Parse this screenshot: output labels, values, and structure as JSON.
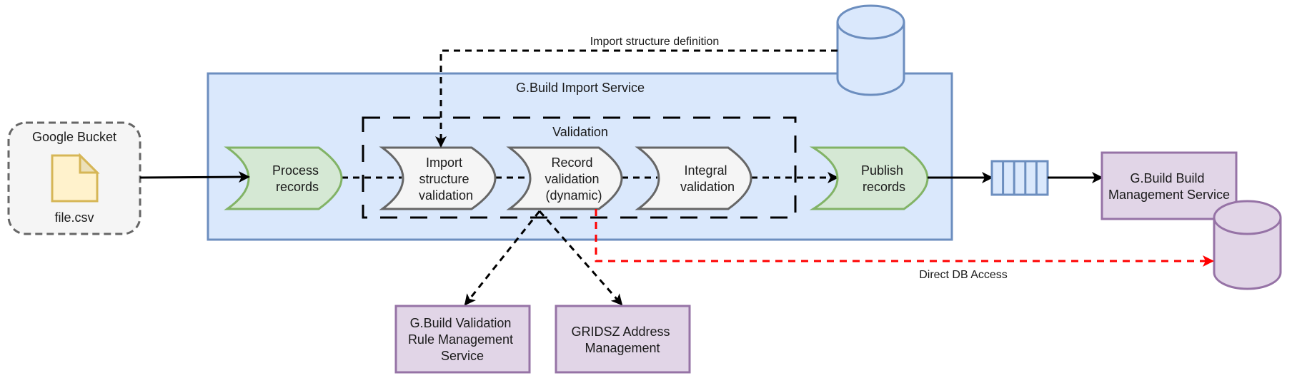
{
  "diagram": {
    "source": {
      "container_label": "Google Bucket",
      "file_label": "file.csv",
      "file_icon": "file-icon"
    },
    "import_service": {
      "label": "G.Build Import Service",
      "steps": {
        "process": [
          "Process",
          "records"
        ],
        "publish": [
          "Publish",
          "records"
        ]
      },
      "validation_group": {
        "label": "Validation",
        "steps": {
          "import_structure": [
            "Import",
            "structure",
            "validation"
          ],
          "record": [
            "Record",
            "validation",
            "(dynamic)"
          ],
          "integral": [
            "Integral",
            "validation"
          ]
        }
      }
    },
    "structure_db": {
      "icon": "database-icon",
      "edge_label": "Import structure definition"
    },
    "queue": {
      "icon": "message-queue-icon",
      "slots": 5
    },
    "build_management": {
      "label": [
        "G.Build Build",
        "Management Service"
      ],
      "db_icon": "database-icon"
    },
    "direct_db_access": {
      "edge_label": "Direct DB Access"
    },
    "validation_rule_service": {
      "label": [
        "G.Build Validation",
        "Rule Management",
        "Service"
      ]
    },
    "gridsz": {
      "label": [
        "GRIDSZ Address",
        "Management"
      ]
    },
    "colors": {
      "service_fill": "#dae8fc",
      "service_stroke": "#6c8ebf",
      "step_green_fill": "#d5e8d4",
      "step_green_stroke": "#82b366",
      "step_gray_fill": "#f5f5f5",
      "step_gray_stroke": "#666666",
      "external_fill": "#e1d5e7",
      "external_stroke": "#9673a6",
      "file_fill": "#fff2cc",
      "file_stroke": "#d6b656",
      "bucket_fill": "#f5f5f5",
      "bucket_stroke": "#666666",
      "direct_access": "#ff0000",
      "edge": "#000000"
    }
  }
}
